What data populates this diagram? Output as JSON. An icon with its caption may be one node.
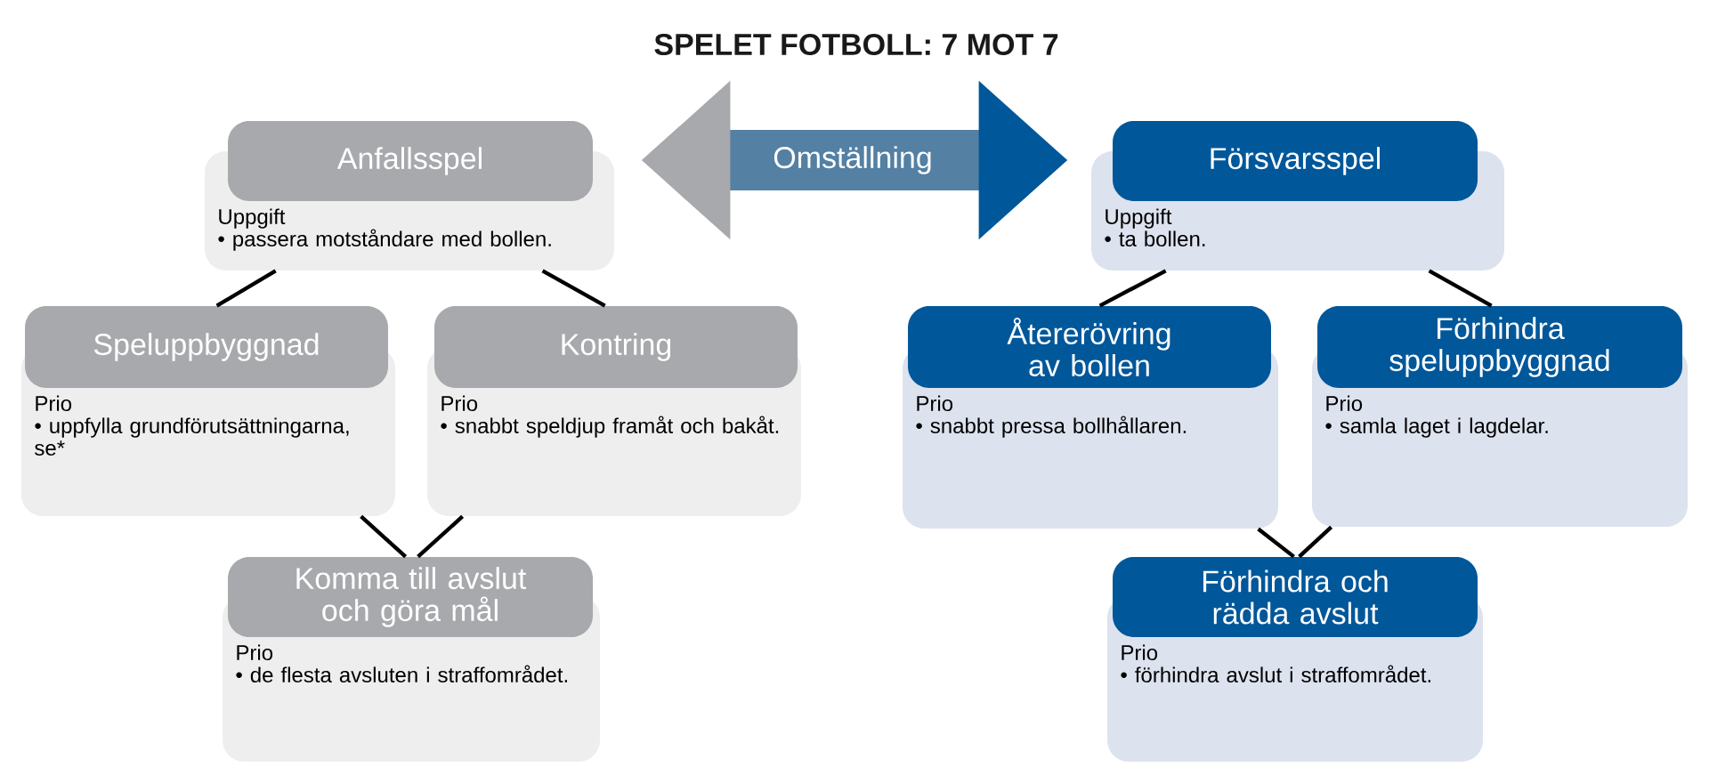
{
  "diagram": {
    "title": "SPELET FOTBOLL: 7 MOT 7",
    "nodes": [
      {
        "text": [
          "Anfallsspel",
          "Uppgift",
          "• passera motståndare med bollen."
        ]
      },
      {
        "text": [
          "Speluppbyggnad",
          "Prio",
          "• uppfylla grundförutsättningarna, se*"
        ]
      },
      {
        "text": [
          "Kontring",
          "Prio",
          "• snabbt speldjup framåt och bakåt."
        ]
      },
      {
        "text": [
          "Komma till avslut och göra mål",
          "Prio",
          "• de flesta avsluten i straffområdet."
        ]
      },
      {
        "text": [
          "Försvarsspel",
          "Uppgift",
          "• ta bollen."
        ]
      },
      {
        "text": [
          "Återerövring av bollen",
          "Prio",
          "• snabbt pressa bollhållaren."
        ]
      },
      {
        "text": [
          "Förhindra speluppbyggnad",
          "Prio",
          "• samla laget i lagdelar."
        ]
      },
      {
        "text": [
          "Förhindra och rädda avslut",
          "Prio",
          "• förhindra avslut i straffområdet."
        ]
      }
    ],
    "edges": [
      {
        "from": 0,
        "to": 4,
        "arrow": "both",
        "label": "Omställning",
        "style": "thick",
        "color": "#5380a3"
      },
      {
        "from": 0,
        "to": 1,
        "arrow": "none"
      },
      {
        "from": 0,
        "to": 2,
        "arrow": "none"
      },
      {
        "from": 1,
        "to": 3,
        "arrow": "none"
      },
      {
        "from": 2,
        "to": 3,
        "arrow": "none"
      },
      {
        "from": 4,
        "to": 5,
        "arrow": "none"
      },
      {
        "from": 4,
        "to": 6,
        "arrow": "none"
      },
      {
        "from": 5,
        "to": 7,
        "arrow": "none"
      },
      {
        "from": 6,
        "to": 7,
        "arrow": "none"
      }
    ]
  }
}
